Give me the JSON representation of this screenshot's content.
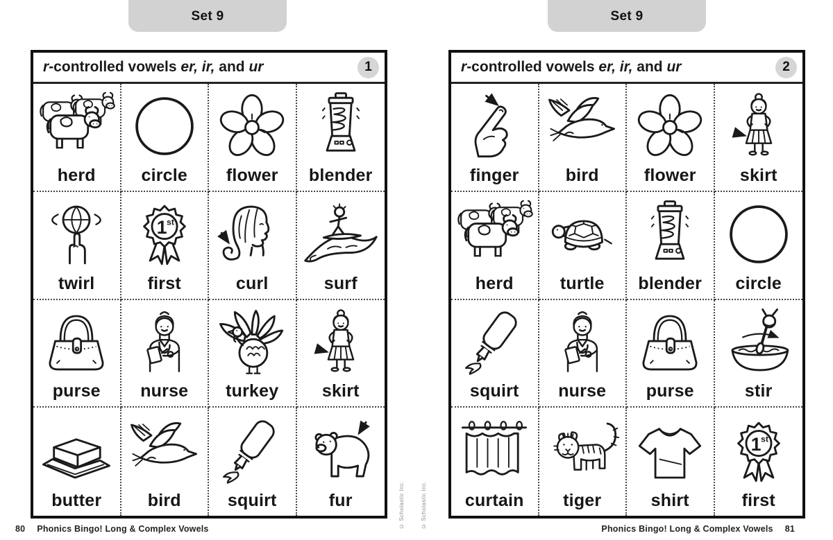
{
  "page": {
    "tabs": [
      {
        "label": "Set 9"
      },
      {
        "label": "Set 9"
      }
    ],
    "footer": {
      "left_page_number": "80",
      "left_title": "Phonics Bingo! Long & Complex Vowels",
      "right_title": "Phonics Bingo! Long & Complex Vowels",
      "right_page_number": "81"
    },
    "copyright_left": "© Scholastic Inc.",
    "copyright_right": "© Scholastic Inc.",
    "colors": {
      "tab_bg": "#d2d2d2",
      "badge_bg": "#d6d6d6",
      "ink": "#1a1a1a"
    }
  },
  "cards": [
    {
      "number": "1",
      "title": {
        "r_italic": "r",
        "main": "-controlled vowels ",
        "er": "er, ",
        "ir": "ir,",
        "and": " and ",
        "ur": "ur"
      },
      "cells": [
        {
          "word": "herd",
          "icon": "herd-icon"
        },
        {
          "word": "circle",
          "icon": "circle-icon"
        },
        {
          "word": "flower",
          "icon": "flower-icon"
        },
        {
          "word": "blender",
          "icon": "blender-icon"
        },
        {
          "word": "twirl",
          "icon": "spinning-ball-icon"
        },
        {
          "word": "first",
          "icon": "first-place-rosette-icon"
        },
        {
          "word": "curl",
          "icon": "curled-hair-icon"
        },
        {
          "word": "surf",
          "icon": "surfer-icon"
        },
        {
          "word": "purse",
          "icon": "purse-icon"
        },
        {
          "word": "nurse",
          "icon": "nurse-icon"
        },
        {
          "word": "turkey",
          "icon": "turkey-icon"
        },
        {
          "word": "skirt",
          "icon": "girl-skirt-icon"
        },
        {
          "word": "butter",
          "icon": "butter-icon"
        },
        {
          "word": "bird",
          "icon": "bird-icon"
        },
        {
          "word": "squirt",
          "icon": "squeeze-tube-icon"
        },
        {
          "word": "fur",
          "icon": "bear-fur-icon"
        }
      ]
    },
    {
      "number": "2",
      "title": {
        "r_italic": "r",
        "main": "-controlled vowels ",
        "er": "er, ",
        "ir": "ir,",
        "and": " and ",
        "ur": "ur"
      },
      "cells": [
        {
          "word": "finger",
          "icon": "pointing-finger-icon"
        },
        {
          "word": "bird",
          "icon": "bird-icon"
        },
        {
          "word": "flower",
          "icon": "flower-icon"
        },
        {
          "word": "skirt",
          "icon": "girl-skirt-icon"
        },
        {
          "word": "herd",
          "icon": "herd-icon"
        },
        {
          "word": "turtle",
          "icon": "turtle-icon"
        },
        {
          "word": "blender",
          "icon": "blender-icon"
        },
        {
          "word": "circle",
          "icon": "circle-icon"
        },
        {
          "word": "squirt",
          "icon": "squeeze-tube-icon"
        },
        {
          "word": "nurse",
          "icon": "nurse-icon"
        },
        {
          "word": "purse",
          "icon": "purse-icon"
        },
        {
          "word": "stir",
          "icon": "stirring-bowl-icon"
        },
        {
          "word": "curtain",
          "icon": "curtain-icon"
        },
        {
          "word": "tiger",
          "icon": "tiger-icon"
        },
        {
          "word": "shirt",
          "icon": "shirt-icon"
        },
        {
          "word": "first",
          "icon": "first-place-rosette-icon"
        }
      ]
    }
  ]
}
